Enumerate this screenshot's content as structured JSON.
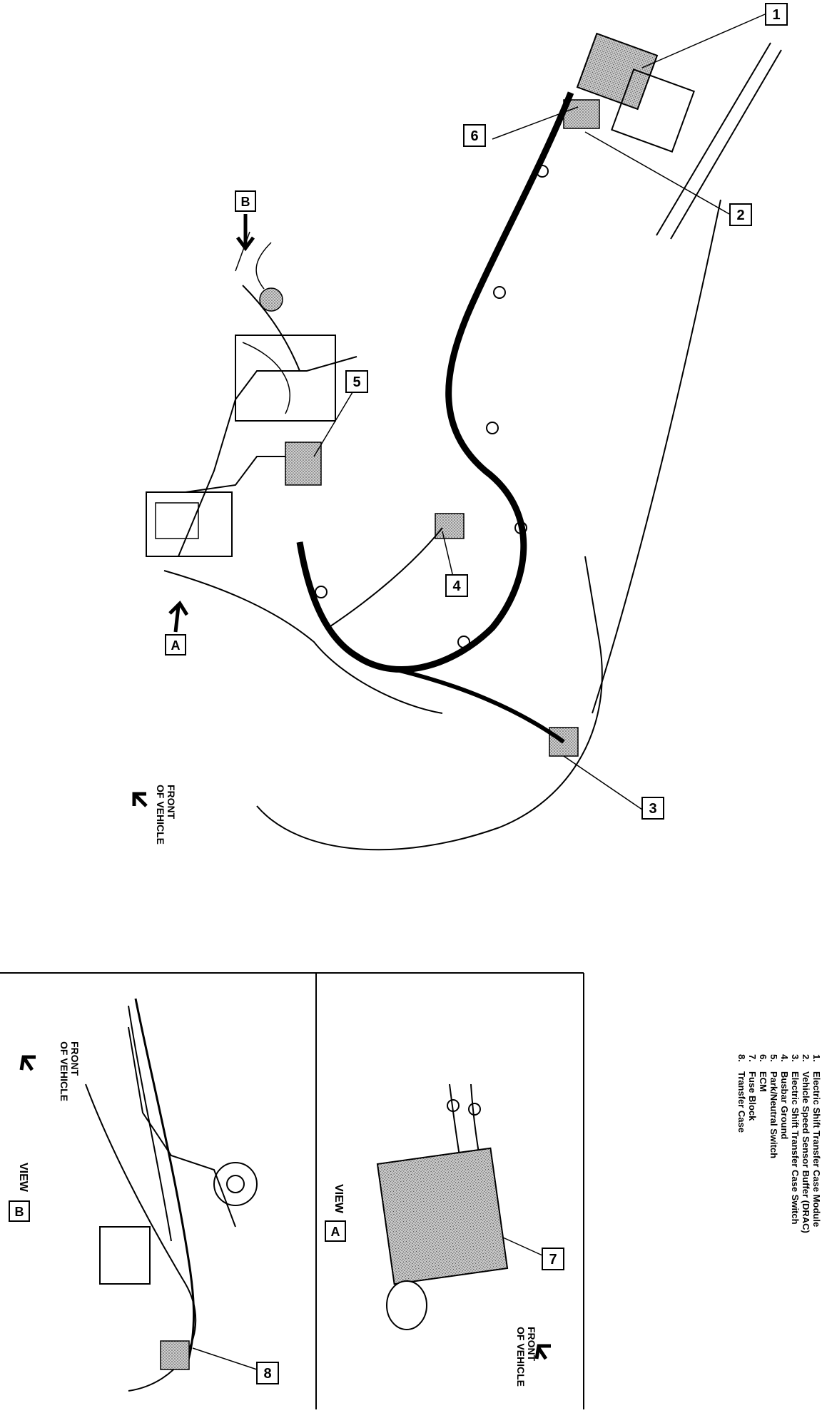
{
  "callouts": [
    "1",
    "2",
    "3",
    "4",
    "5",
    "6",
    "7",
    "8"
  ],
  "view_tags": {
    "a": "A",
    "b": "B"
  },
  "front_of_vehicle": {
    "line1": "FRONT",
    "line2": "OF VEHICLE"
  },
  "view_labels": {
    "a": "VIEW",
    "b": "VIEW"
  },
  "legend": {
    "numbers": [
      "1.",
      "2.",
      "3.",
      "4.",
      "5.",
      "6.",
      "7.",
      "8."
    ],
    "items": [
      "Electric Shift Transfer Case Module",
      "Vehicle Speed Sensor Buffer (DRAC)",
      "Electric Shift Transfer Case Switch",
      "Busbar Ground",
      "Park/Neutral Switch",
      "ECM",
      "Fuse Block",
      "Transfer Case"
    ]
  }
}
